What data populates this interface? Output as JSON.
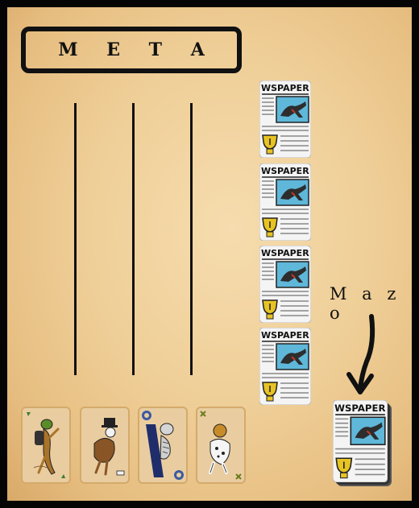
{
  "goal": {
    "label": "M E T A"
  },
  "track_count": 3,
  "stack_cards": [
    {
      "icon": "newspaper-card-icon",
      "headline": "WSPAPER"
    },
    {
      "icon": "newspaper-card-icon",
      "headline": "WSPAPER"
    },
    {
      "icon": "newspaper-card-icon",
      "headline": "WSPAPER"
    },
    {
      "icon": "newspaper-card-icon",
      "headline": "WSPAPER"
    }
  ],
  "deck": {
    "label": "M a z o",
    "card_headline": "WSPAPER",
    "icon": "newspaper-card-icon"
  },
  "player_cards": [
    {
      "icon": "hiker-character-icon"
    },
    {
      "icon": "top-hat-character-icon"
    },
    {
      "icon": "striped-cat-character-icon"
    },
    {
      "icon": "astronaut-character-icon"
    }
  ],
  "colors": {
    "background": "#efcf98",
    "ink": "#111111",
    "card_trophy": "#e7c323",
    "card_blue": "#5fb7d9"
  }
}
